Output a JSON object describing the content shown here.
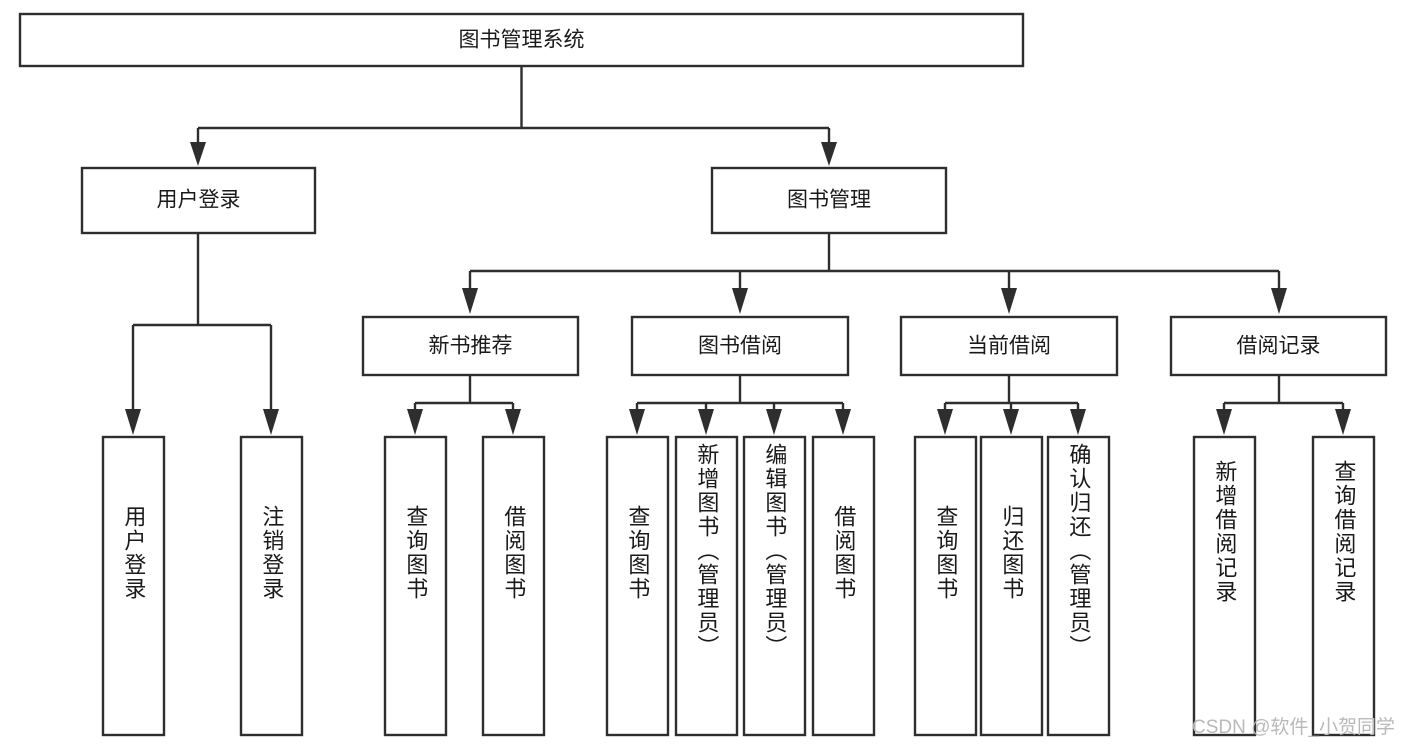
{
  "diagram": {
    "type": "tree",
    "title": "图书管理系统",
    "watermark": "CSDN @软件_小贺同学",
    "colors": {
      "stroke": "#2e2e2e",
      "fill": "#ffffff",
      "text": "#1a1a1a",
      "watermark": "#b9b9b9",
      "background": "#ffffff"
    },
    "nodes": {
      "root": {
        "label": "图书管理系统"
      },
      "level2": [
        {
          "label": "用户登录"
        },
        {
          "label": "图书管理"
        }
      ],
      "level3": [
        {
          "label": "新书推荐"
        },
        {
          "label": "图书借阅"
        },
        {
          "label": "当前借阅"
        },
        {
          "label": "借阅记录"
        }
      ],
      "leaves": {
        "user_login": [
          {
            "label": "用户登录"
          },
          {
            "label": "注销登录"
          }
        ],
        "new_book": [
          {
            "label": "查询图书"
          },
          {
            "label": "借阅图书"
          }
        ],
        "book_borrow": [
          {
            "label": "查询图书"
          },
          {
            "label": "新增图书（管理员）"
          },
          {
            "label": "编辑图书（管理员）"
          },
          {
            "label": "借阅图书"
          }
        ],
        "current_borrow": [
          {
            "label": "查询图书"
          },
          {
            "label": "归还图书"
          },
          {
            "label": "确认归还（管理员）"
          }
        ],
        "borrow_record": [
          {
            "label": "新增借阅记录"
          },
          {
            "label": "查询借阅记录"
          }
        ]
      }
    }
  }
}
